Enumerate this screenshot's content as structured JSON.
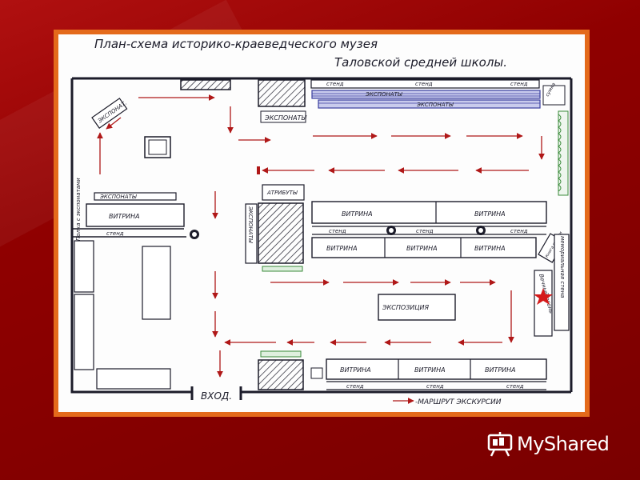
{
  "title": {
    "line1": "План-схема историко-краеведческого музея",
    "line2": "Таловской средней школы."
  },
  "labels": {
    "stend": "стенд",
    "eksponaty": "ЭКСПОНАТЫ",
    "vitrina": "ВИТРИНА",
    "eksponat": "ЭКСПОНАТ.",
    "polka": "Полка с экспонатами",
    "sumka": "сумка",
    "atributy": "АТРИБУТЫ",
    "ekspozitsiya": "ЭКСПОЗИЦИЯ",
    "kniga_pamyati": "Книга памяти",
    "vechny_ogon": "Вечный огонь",
    "memorialnaya": "мемориальная стена",
    "vkhod": "ВХОД.",
    "legend": "-МАРШРУТ ЭКСКУРСИИ"
  },
  "colors": {
    "route": "#b01818",
    "ink": "#1c1c2a",
    "exhibit_blue": "#3a3f9e",
    "slide_bg": "#8a0000",
    "frame": "#e46a1b",
    "star": "#d41a1a",
    "green_rack": "#3a8a3a"
  },
  "branding": {
    "logo_text": "MyShared",
    "logo_icon": "presentation-board-icon"
  }
}
